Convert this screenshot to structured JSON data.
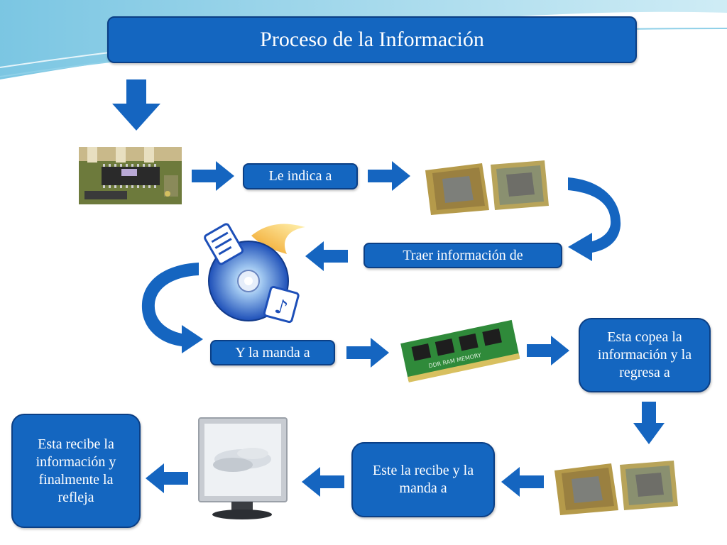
{
  "title": "Proceso de la Información",
  "labels": {
    "le_indica": "Le indica a",
    "traer": "Traer información de",
    "y_la_manda": "Y la manda a",
    "esta_copea": "Esta copea la información y la regresa a",
    "este_recibe": "Este la recibe y la manda a",
    "esta_recibe": "Esta recibe la información  y  finalmente la refleja"
  },
  "images": {
    "bios_chip": "bios-chip-image",
    "processor_top": "processor-image",
    "disc": "disc-icon",
    "ram": "ram-module-image",
    "ram_label": "DDR RAM MEMORY",
    "processor_bottom": "processor-image",
    "monitor": "monitor-image"
  },
  "colors": {
    "box_fill": "#1466c0",
    "box_border": "#0b3f85",
    "arrow": "#1565c0",
    "text": "#ffffff"
  }
}
